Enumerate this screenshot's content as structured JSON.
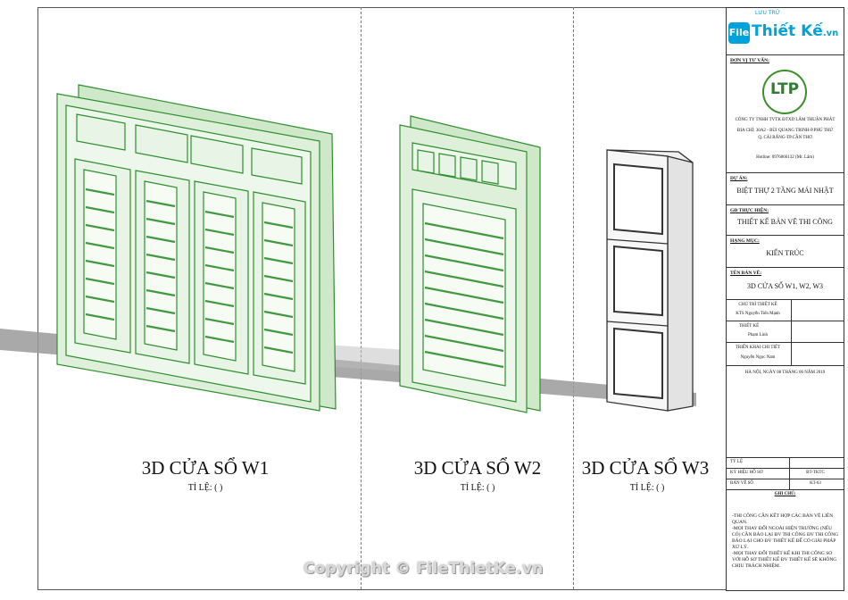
{
  "views": [
    {
      "title": "3D CỬA SỔ W1",
      "scale": "TỈ LỆ: ( )"
    },
    {
      "title": "3D CỬA SỔ W2",
      "scale": "TỈ LỆ: ( )"
    },
    {
      "title": "3D CỬA SỔ W3",
      "scale": "TỈ LỆ: ( )"
    }
  ],
  "logo": {
    "brand_small": "LƯU TRỮ",
    "brand_box": "File",
    "brand_text": "Thiết Kế",
    "brand_suffix": ".vn"
  },
  "title_block": {
    "consultant_label": "ĐƠN VỊ TƯ VẤN:",
    "company_logo": "LTP",
    "company_name": "CÔNG TY TNHH TVTK ĐTXD LÂM THUẬN PHÁT",
    "address_1": "ĐỊA CHỈ: 30A2 - BÙI QUANG TRINH-P.PHÚ THỨ",
    "address_2": "Q. CÁI RĂNG-TP.CẦN THƠ",
    "hotline": "Hotline: 0976066132 (Mr. Lâm)",
    "project_label": "DỰ ÁN:",
    "project": "BIỆT THỰ 2 TẦNG MÁI NHẬT",
    "stage_label": "GĐ THỰC HIỆN:",
    "stage": "THIẾT KẾ BẢN VẼ THI CÔNG",
    "category_label": "HẠNG MỤC:",
    "category": "KIẾN TRÚC",
    "drawing_label": "TÊN BẢN VẼ:",
    "drawing": "3D CỬA SỔ W1, W2, W3",
    "chief_label": "CHỦ TRÌ THIẾT KẾ",
    "chief": "KTS Nguyễn Tiến Mạnh",
    "designer_label": "THIẾT KẾ",
    "designer": "Phạm Linh",
    "detail_label": "TRIỂN KHAI CHI TIẾT",
    "detail": "Nguyễn Ngọc Nam",
    "date": "HÀ NỘI, NGÀY 08 THÁNG 06 NĂM 2019",
    "scale_label": "TỶ LỆ",
    "code_label": "KÝ HIỆU HỒ SƠ",
    "code": "BT-TKTC",
    "sheet_label": "BẢN VẼ SỐ",
    "sheet": "KT-63",
    "notes_label": "GHI CHÚ:",
    "notes": [
      "-THI CÔNG CẦN KẾT HỢP CÁC BẢN VẼ LIÊN QUAN.",
      "-MỌI THAY ĐỔI NGOÀI HIỆN TRƯỜNG (NẾU CÓ) CẦN BÁO LẠI ĐV THI CÔNG ĐV THI CÔNG BÁO LẠI CHO ĐV THIẾT KẾ ĐỂ CÓ GIẢI PHÁP XỬ LÝ.",
      "-MỌI THAY ĐỔI THIẾT KẾ KHI THI CÔNG SO VỚI HỒ SƠ THIẾT KẾ ĐV THIẾT KẾ SẼ KHÔNG CHỊU TRÁCH NHIỆM."
    ]
  },
  "watermark": "Copyright © FileThietKe.vn",
  "colors": {
    "frame_green": "#3aa83a",
    "frame_fill": "#d9efd6",
    "frame_dark": "#1f6b1f",
    "shadow": "#7d7d7d"
  }
}
